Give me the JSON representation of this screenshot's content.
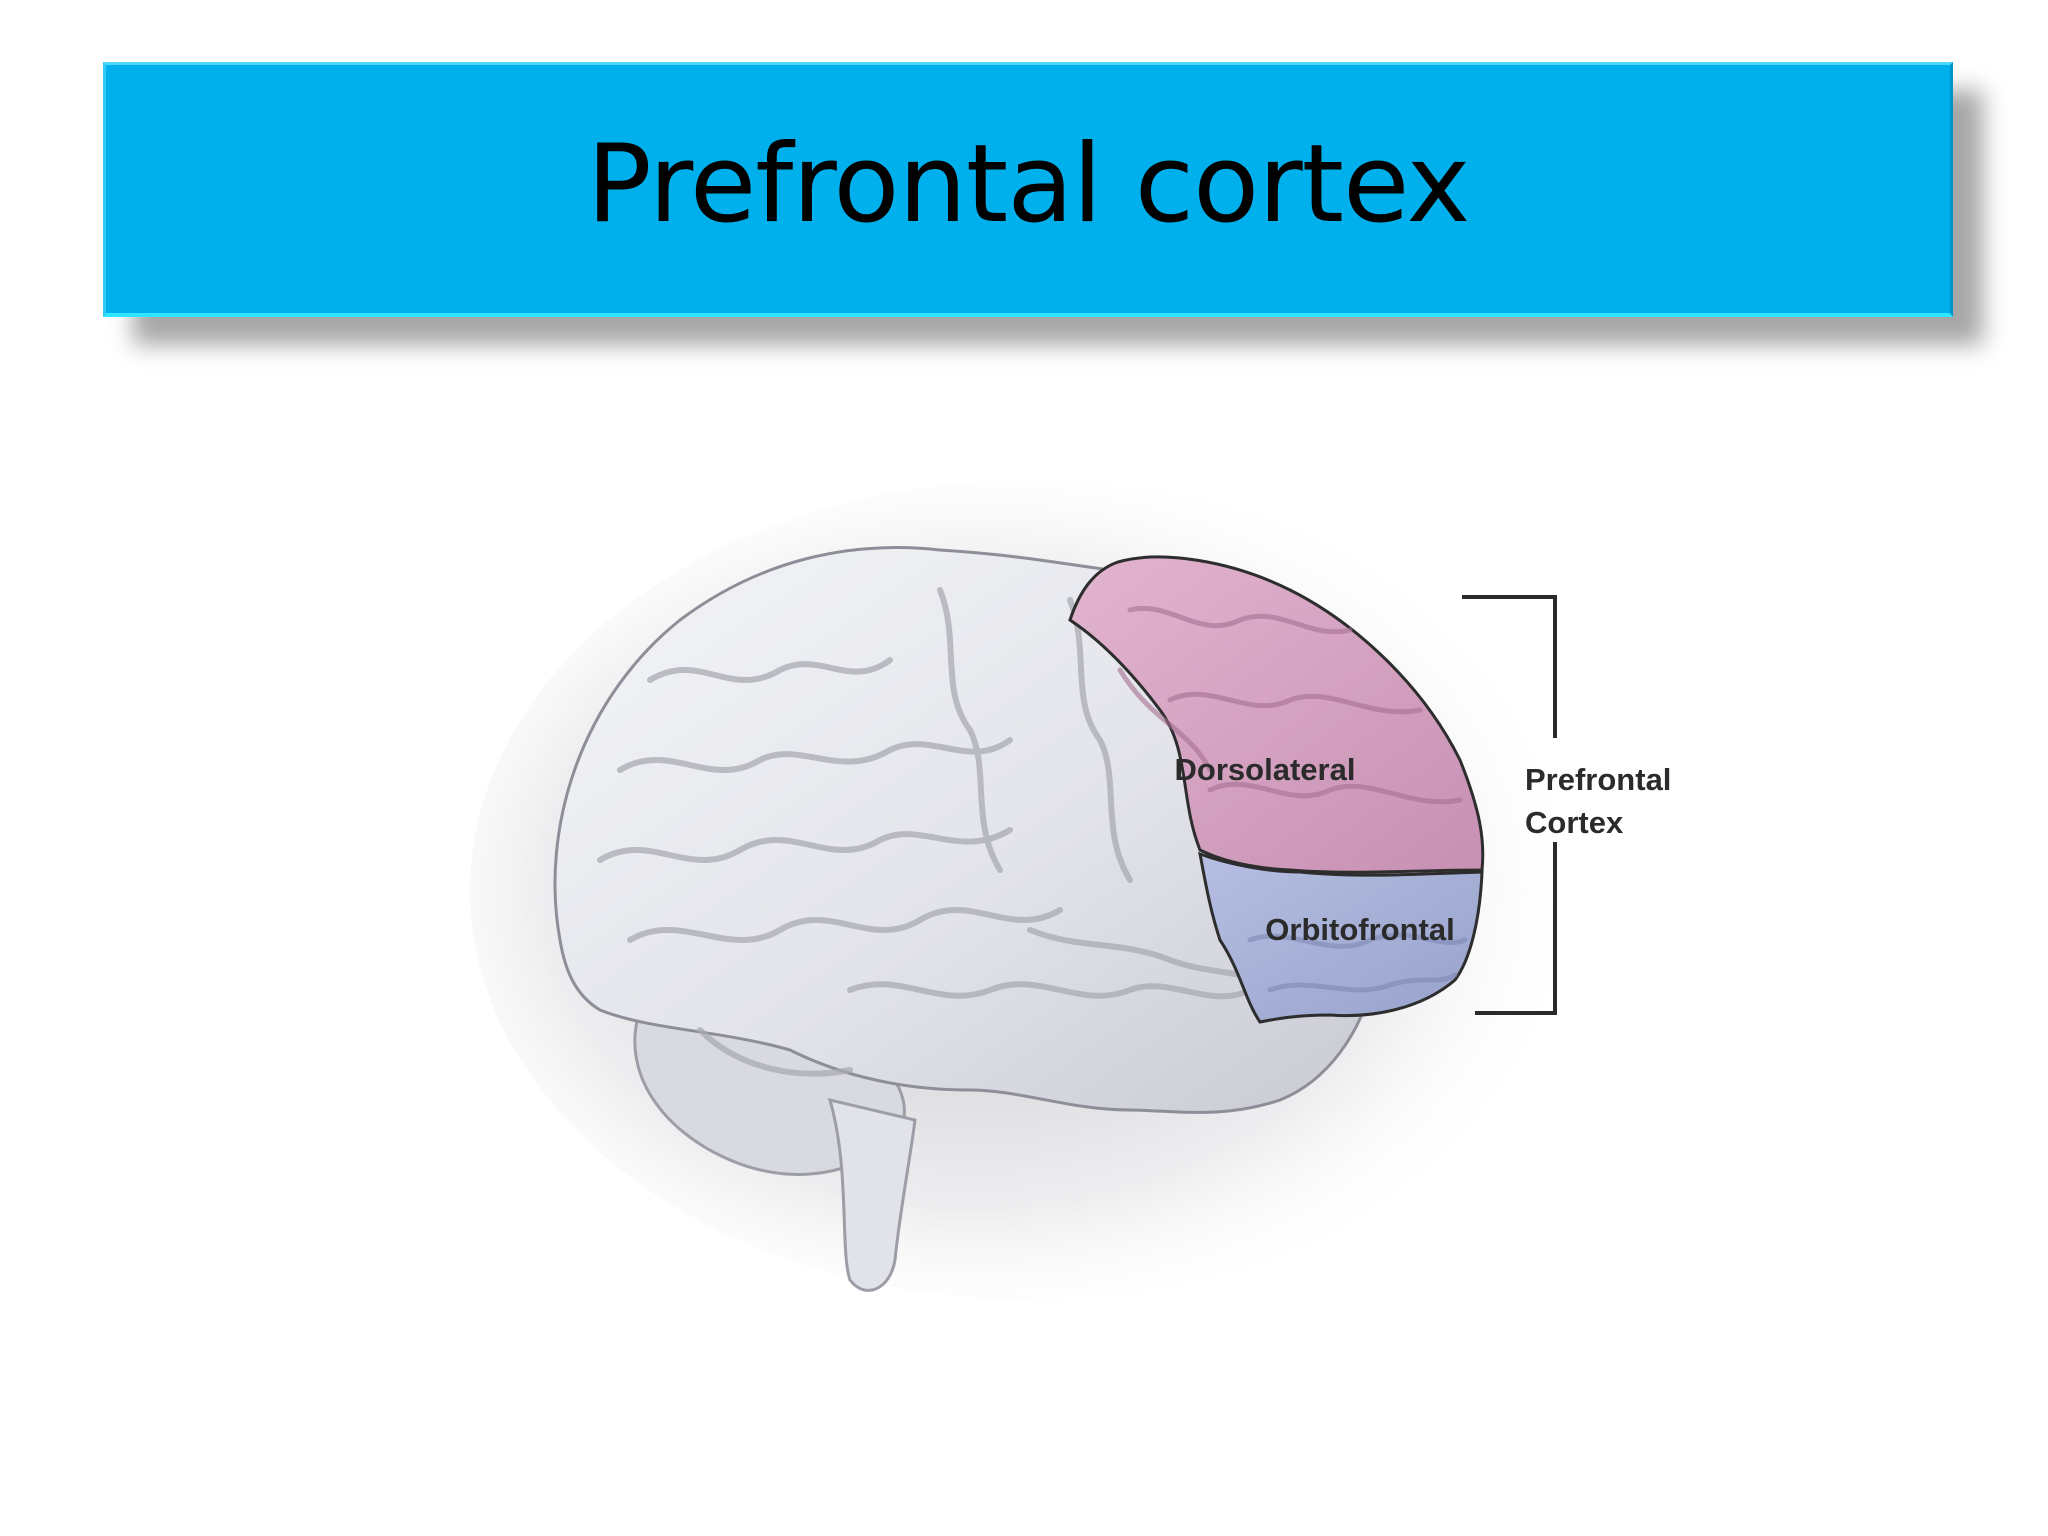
{
  "slide": {
    "title": "Prefrontal cortex"
  },
  "figure": {
    "regions": {
      "dorsolateral": "Dorsolateral",
      "orbitofrontal": "Orbitofrontal"
    },
    "bracket_label_line1": "Prefrontal",
    "bracket_label_line2": "Cortex",
    "colors": {
      "dorsolateral": "#d5a3c2",
      "orbitofrontal": "#a8b2d8",
      "brain": "#e9eaee",
      "title_bar": "#00b0ec"
    }
  }
}
